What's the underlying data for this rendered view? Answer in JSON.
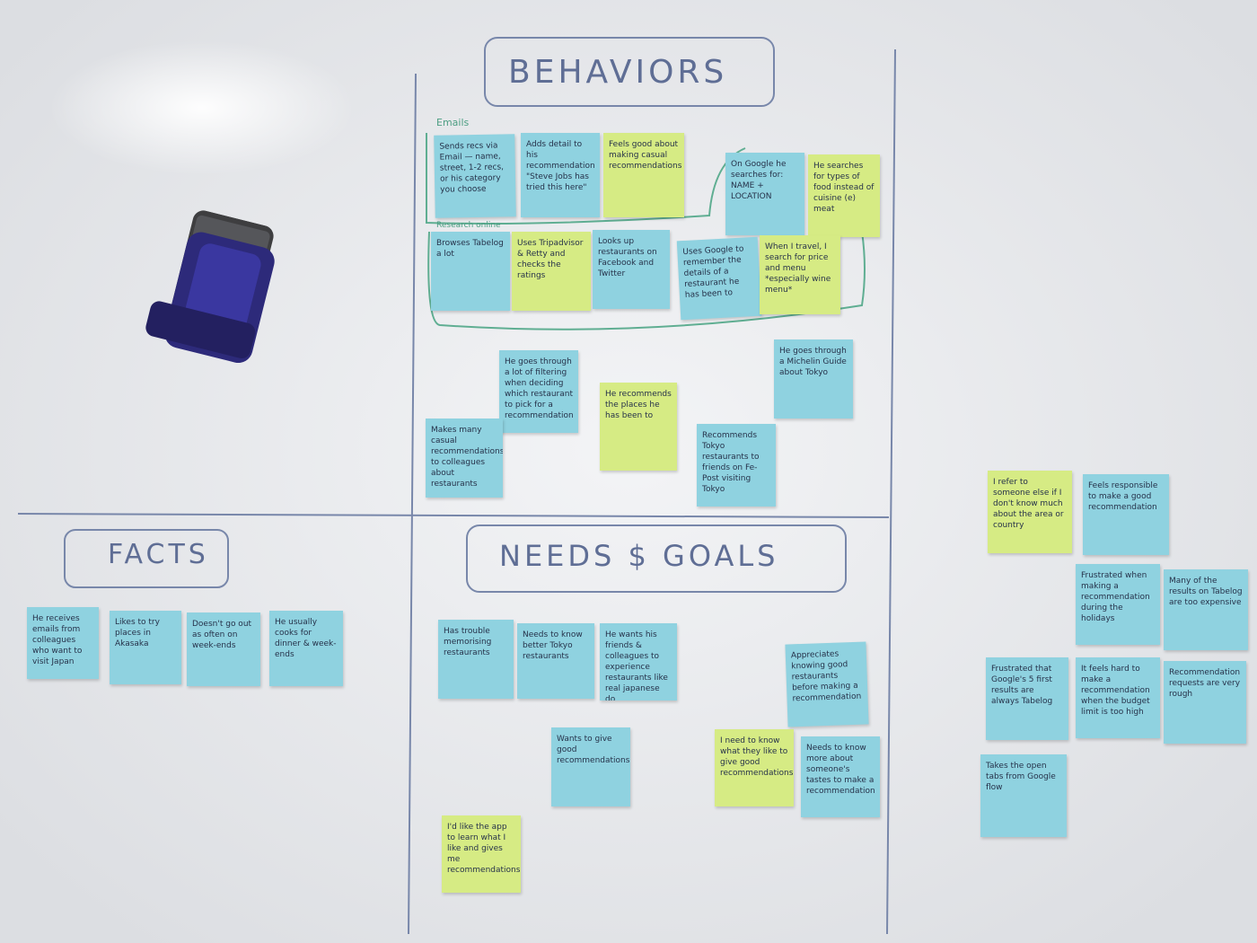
{
  "headings": {
    "behaviors": "BEHAVIORS",
    "facts": "FACTS",
    "needs_goals": "NEEDS $ GOALS"
  },
  "cluster_labels": {
    "emails": "Emails",
    "research": "Research online"
  },
  "notes": {
    "behaviors": [
      {
        "text": "Sends recs via Email — name, street, 1-2 recs, or his category you choose",
        "color": "blue"
      },
      {
        "text": "Adds detail to his recommendation \"Steve Jobs has tried this here\"",
        "color": "blue"
      },
      {
        "text": "Feels good about making casual recommendations",
        "color": "yellow"
      },
      {
        "text": "On Google he searches for: NAME + LOCATION",
        "color": "blue"
      },
      {
        "text": "He searches for types of food instead of cuisine (e) meat",
        "color": "yellow"
      },
      {
        "text": "Browses Tabelog a lot",
        "color": "blue"
      },
      {
        "text": "Uses Tripadvisor & Retty and checks the ratings",
        "color": "yellow"
      },
      {
        "text": "Looks up restaurants on Facebook and Twitter",
        "color": "blue"
      },
      {
        "text": "Uses Google to remember the details of a restaurant he has been to",
        "color": "blue"
      },
      {
        "text": "When I travel, I search for price and menu *especially wine menu*",
        "color": "yellow"
      },
      {
        "text": "He goes through a lot of filtering when deciding which restaurant to pick for a recommendation",
        "color": "blue"
      },
      {
        "text": "He goes through a Michelin Guide about Tokyo",
        "color": "blue"
      },
      {
        "text": "He recommends the places he has been to",
        "color": "yellow"
      },
      {
        "text": "Makes many casual recommendations to colleagues about restaurants",
        "color": "blue"
      },
      {
        "text": "Recommends Tokyo restaurants to friends on Fe-Post visiting Tokyo",
        "color": "blue"
      }
    ],
    "facts": [
      {
        "text": "He receives emails from colleagues who want to visit Japan",
        "color": "blue"
      },
      {
        "text": "Likes to try places in Akasaka",
        "color": "blue"
      },
      {
        "text": "Doesn't go out as often on week-ends",
        "color": "blue"
      },
      {
        "text": "He usually cooks for dinner & week-ends",
        "color": "blue"
      }
    ],
    "needs": [
      {
        "text": "Has trouble memorising restaurants",
        "color": "blue"
      },
      {
        "text": "Needs to know better Tokyo restaurants",
        "color": "blue"
      },
      {
        "text": "He wants his friends & colleagues to experience restaurants like real japanese do",
        "color": "blue"
      },
      {
        "text": "Appreciates knowing good restaurants before making a recommendation",
        "color": "blue"
      },
      {
        "text": "Wants to give good recommendations",
        "color": "blue"
      },
      {
        "text": "I need to know what they like to give good recommendations",
        "color": "yellow"
      },
      {
        "text": "Needs to know more about someone's tastes to make a recommendation",
        "color": "blue"
      },
      {
        "text": "I'd like the app to learn what I like and gives me recommendations",
        "color": "yellow"
      }
    ],
    "side": [
      {
        "text": "I refer to someone else if I don't know much about the area or country",
        "color": "yellow"
      },
      {
        "text": "Feels responsible to make a good recommendation",
        "color": "blue"
      },
      {
        "text": "Frustrated when making a recommendation during the holidays",
        "color": "blue"
      },
      {
        "text": "Many of the results on Tabelog are too expensive",
        "color": "blue"
      },
      {
        "text": "Frustrated that Google's 5 first results are always Tabelog",
        "color": "blue"
      },
      {
        "text": "It feels hard to make a recommendation when the budget limit is too high",
        "color": "blue"
      },
      {
        "text": "Recommendation requests are very rough",
        "color": "blue"
      },
      {
        "text": "Takes the open tabs from Google flow",
        "color": "blue"
      }
    ]
  },
  "colors": {
    "marker_blue": "#5f6e95",
    "marker_green": "#4d9e83",
    "sticky_blue": "#8fd2e0",
    "sticky_yellow": "#d6eb84",
    "eraser_body": "#2d2a7a",
    "eraser_felt": "#3e3e40"
  },
  "icons": {
    "eraser": "whiteboard-eraser-icon"
  }
}
